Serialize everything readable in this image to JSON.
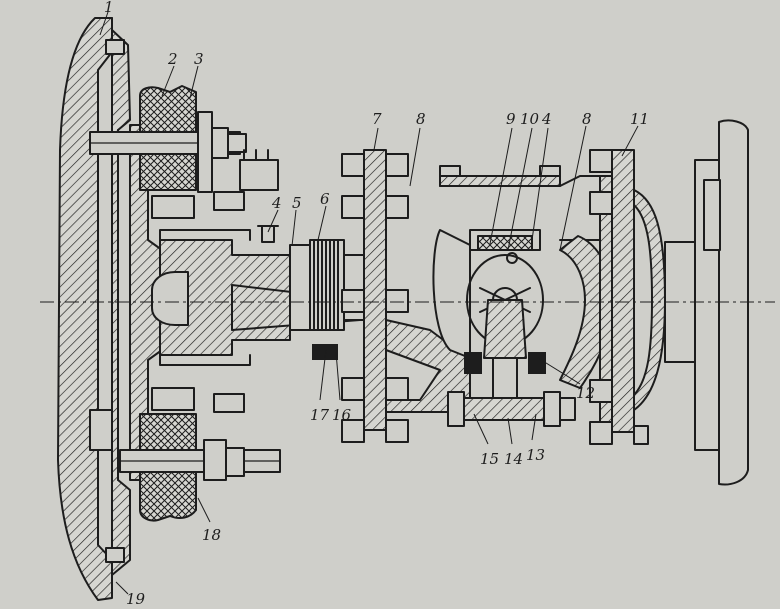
{
  "diagram": {
    "callouts": [
      "1",
      "2",
      "3",
      "4",
      "4",
      "5",
      "6",
      "7",
      "8",
      "8",
      "9",
      "10",
      "11",
      "12",
      "13",
      "14",
      "15",
      "16",
      "17",
      "18",
      "19"
    ]
  }
}
